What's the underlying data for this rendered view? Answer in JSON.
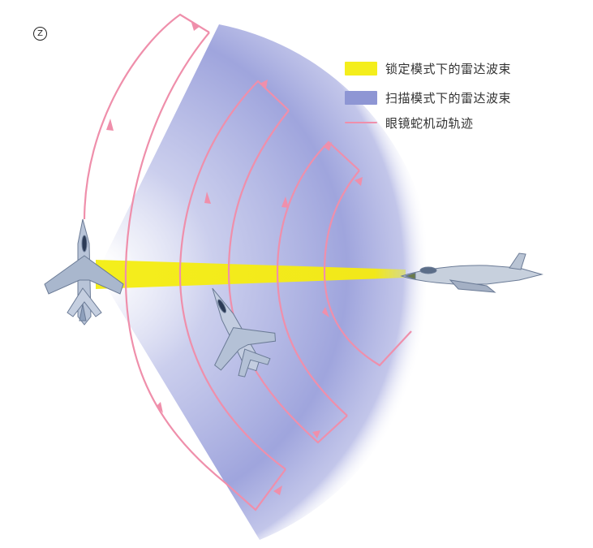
{
  "figure_label": "Z",
  "legend": [
    {
      "label": "锁定模式下的雷达波束",
      "color": "#f4ee1c",
      "kind": "fill"
    },
    {
      "label": "扫描模式下的雷达波束",
      "color": "#8e96d4",
      "kind": "fill"
    },
    {
      "label": "眼镜蛇机动轨迹",
      "color": "#ef8fab",
      "kind": "line"
    }
  ],
  "colors": {
    "beam_lock": "#f4ee1c",
    "beam_scan": "#8e96d4",
    "trajectory": "#ef8fab",
    "aircraft": "#a8b6cc"
  }
}
